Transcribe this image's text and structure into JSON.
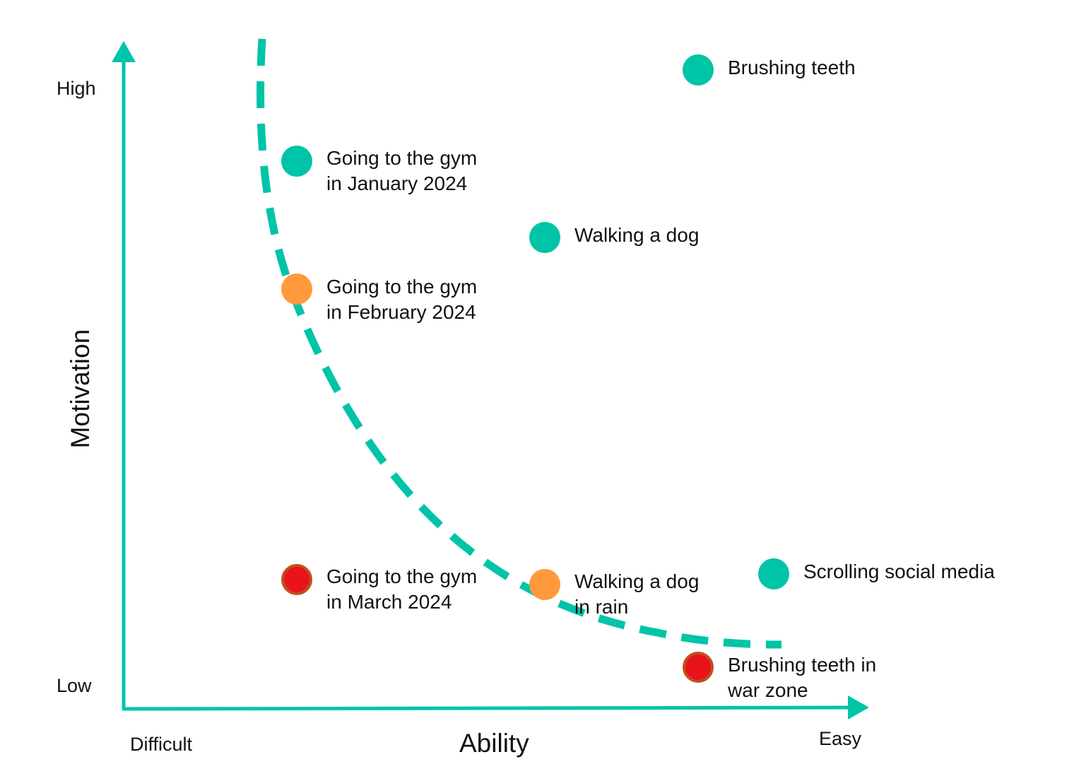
{
  "axes": {
    "y_title": "Motivation",
    "y_high": "High",
    "y_low": "Low",
    "x_title": "Ability",
    "x_left": "Difficult",
    "x_right": "Easy"
  },
  "colors": {
    "teal": "#00c4a7",
    "orange": "#ff9a3c",
    "red": "#e8141a",
    "red_border": "#c0501e",
    "text": "#111111"
  },
  "points": [
    {
      "id": "brushing-teeth",
      "lines": [
        "Brushing teeth"
      ],
      "status": "above-line",
      "color": "teal"
    },
    {
      "id": "gym-january",
      "lines": [
        "Going to the gym",
        "in January 2024"
      ],
      "status": "above-line",
      "color": "teal"
    },
    {
      "id": "walking-dog",
      "lines": [
        "Walking a dog"
      ],
      "status": "above-line",
      "color": "teal"
    },
    {
      "id": "gym-february",
      "lines": [
        "Going to the gym",
        "in February 2024"
      ],
      "status": "on-line",
      "color": "orange"
    },
    {
      "id": "gym-march",
      "lines": [
        "Going to the gym",
        "in March 2024"
      ],
      "status": "below-line",
      "color": "red"
    },
    {
      "id": "walking-dog-rain",
      "lines": [
        "Walking a dog",
        "in rain"
      ],
      "status": "on-line",
      "color": "orange"
    },
    {
      "id": "scrolling-social",
      "lines": [
        "Scrolling social media"
      ],
      "status": "above-line",
      "color": "teal"
    },
    {
      "id": "brushing-war-zone",
      "lines": [
        "Brushing teeth in",
        "war zone"
      ],
      "status": "below-line",
      "color": "red"
    }
  ]
}
